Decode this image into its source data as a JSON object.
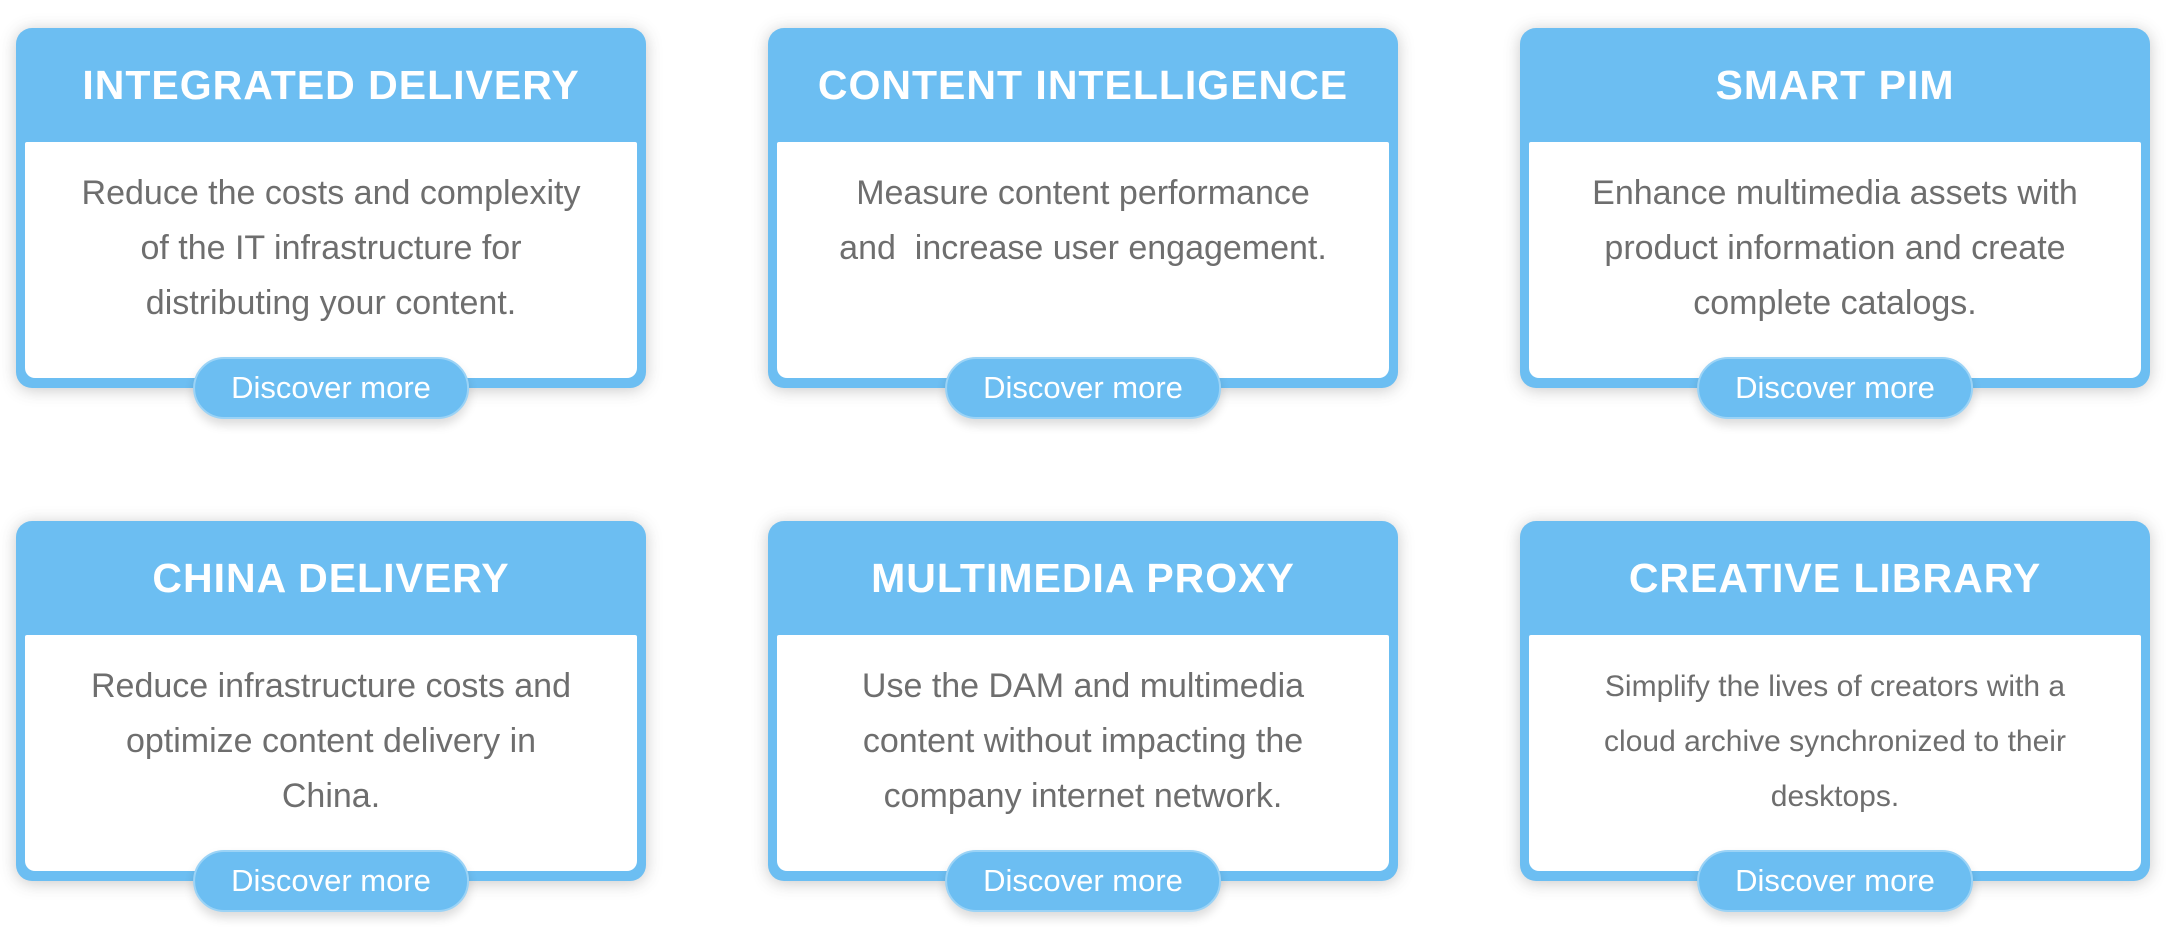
{
  "page": {
    "background_color": "#ffffff",
    "accent_blue": "#6cbef2",
    "body_text_color": "#6e6e6e",
    "title_text_color": "#ffffff"
  },
  "cards": [
    {
      "title": "INTEGRATED DELIVERY",
      "description": "Reduce the costs and complexity\nof the IT infrastructure for\ndistributing your content.",
      "button_label": "Discover more"
    },
    {
      "title": "CONTENT INTELLIGENCE",
      "description": "Measure content performance\nand  increase user engagement.",
      "button_label": "Discover more"
    },
    {
      "title": "SMART PIM",
      "description": "Enhance multimedia assets with\nproduct information and create\ncomplete catalogs.",
      "button_label": "Discover more"
    },
    {
      "title": "CHINA DELIVERY",
      "description": "Reduce infrastructure costs and\noptimize content delivery in\nChina.",
      "button_label": "Discover more"
    },
    {
      "title": "MULTIMEDIA PROXY",
      "description": "Use the DAM and multimedia\ncontent without impacting the\ncompany internet network.",
      "button_label": "Discover more"
    },
    {
      "title": "CREATIVE LIBRARY",
      "description": "Simplify the lives of creators with a\ncloud archive synchronized to their\ndesktops.",
      "button_label": "Discover more"
    }
  ]
}
